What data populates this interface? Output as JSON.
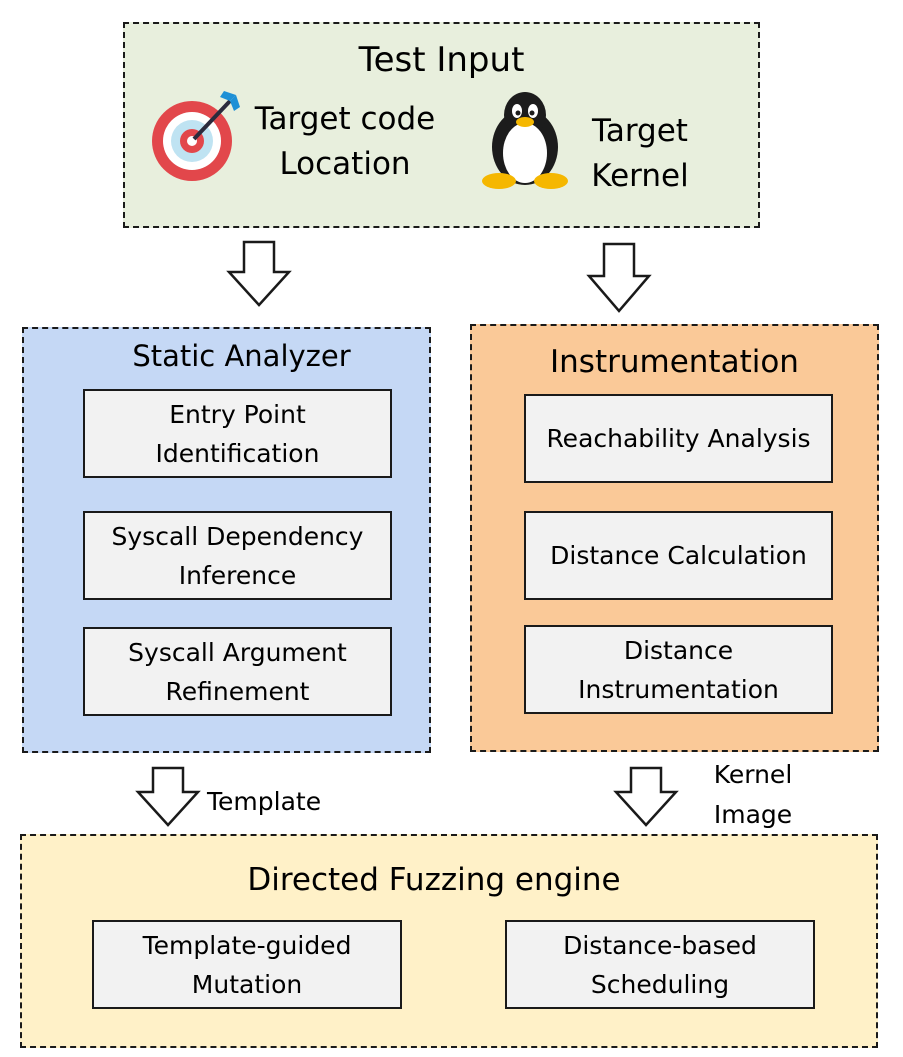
{
  "test_input": {
    "title": "Test Input",
    "target_location": "Target code\nLocation",
    "target_kernel": "Target\nKernel"
  },
  "static_analyzer": {
    "title": "Static Analyzer",
    "steps": [
      "Entry Point\nIdentification",
      "Syscall Dependency\nInference",
      "Syscall Argument\nRefinement"
    ]
  },
  "instrumentation": {
    "title": "Instrumentation",
    "steps": [
      "Reachability Analysis",
      "Distance Calculation",
      "Distance\nInstrumentation"
    ]
  },
  "fuzzing_engine": {
    "title": "Directed Fuzzing engine",
    "components": [
      "Template-guided\nMutation",
      "Distance-based\nScheduling"
    ]
  },
  "edge_labels": {
    "template": "Template",
    "kernel_image": "Kernel\nImage"
  },
  "colors": {
    "test_input_bg": "#e8efdd",
    "static_analyzer_bg": "#c5d8f5",
    "instrumentation_bg": "#fac998",
    "fuzzing_engine_bg": "#fff1c8",
    "box_bg": "#f2f2f2"
  }
}
